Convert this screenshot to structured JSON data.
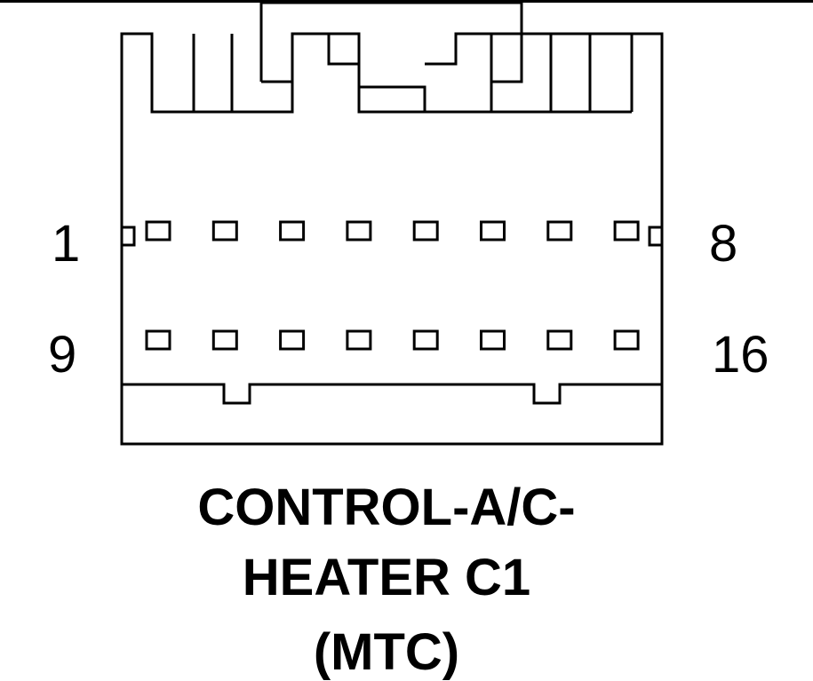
{
  "pin_labels": {
    "top_left": "1",
    "top_right": "8",
    "bottom_left": "9",
    "bottom_right": "16"
  },
  "caption": {
    "line1": "CONTROL-A/C-",
    "line2": "HEATER C1",
    "line3": "(MTC)"
  },
  "pins": {
    "top_row_count": 8,
    "bottom_row_count": 8
  },
  "colors": {
    "stroke": "#000000",
    "background": "#ffffff"
  }
}
